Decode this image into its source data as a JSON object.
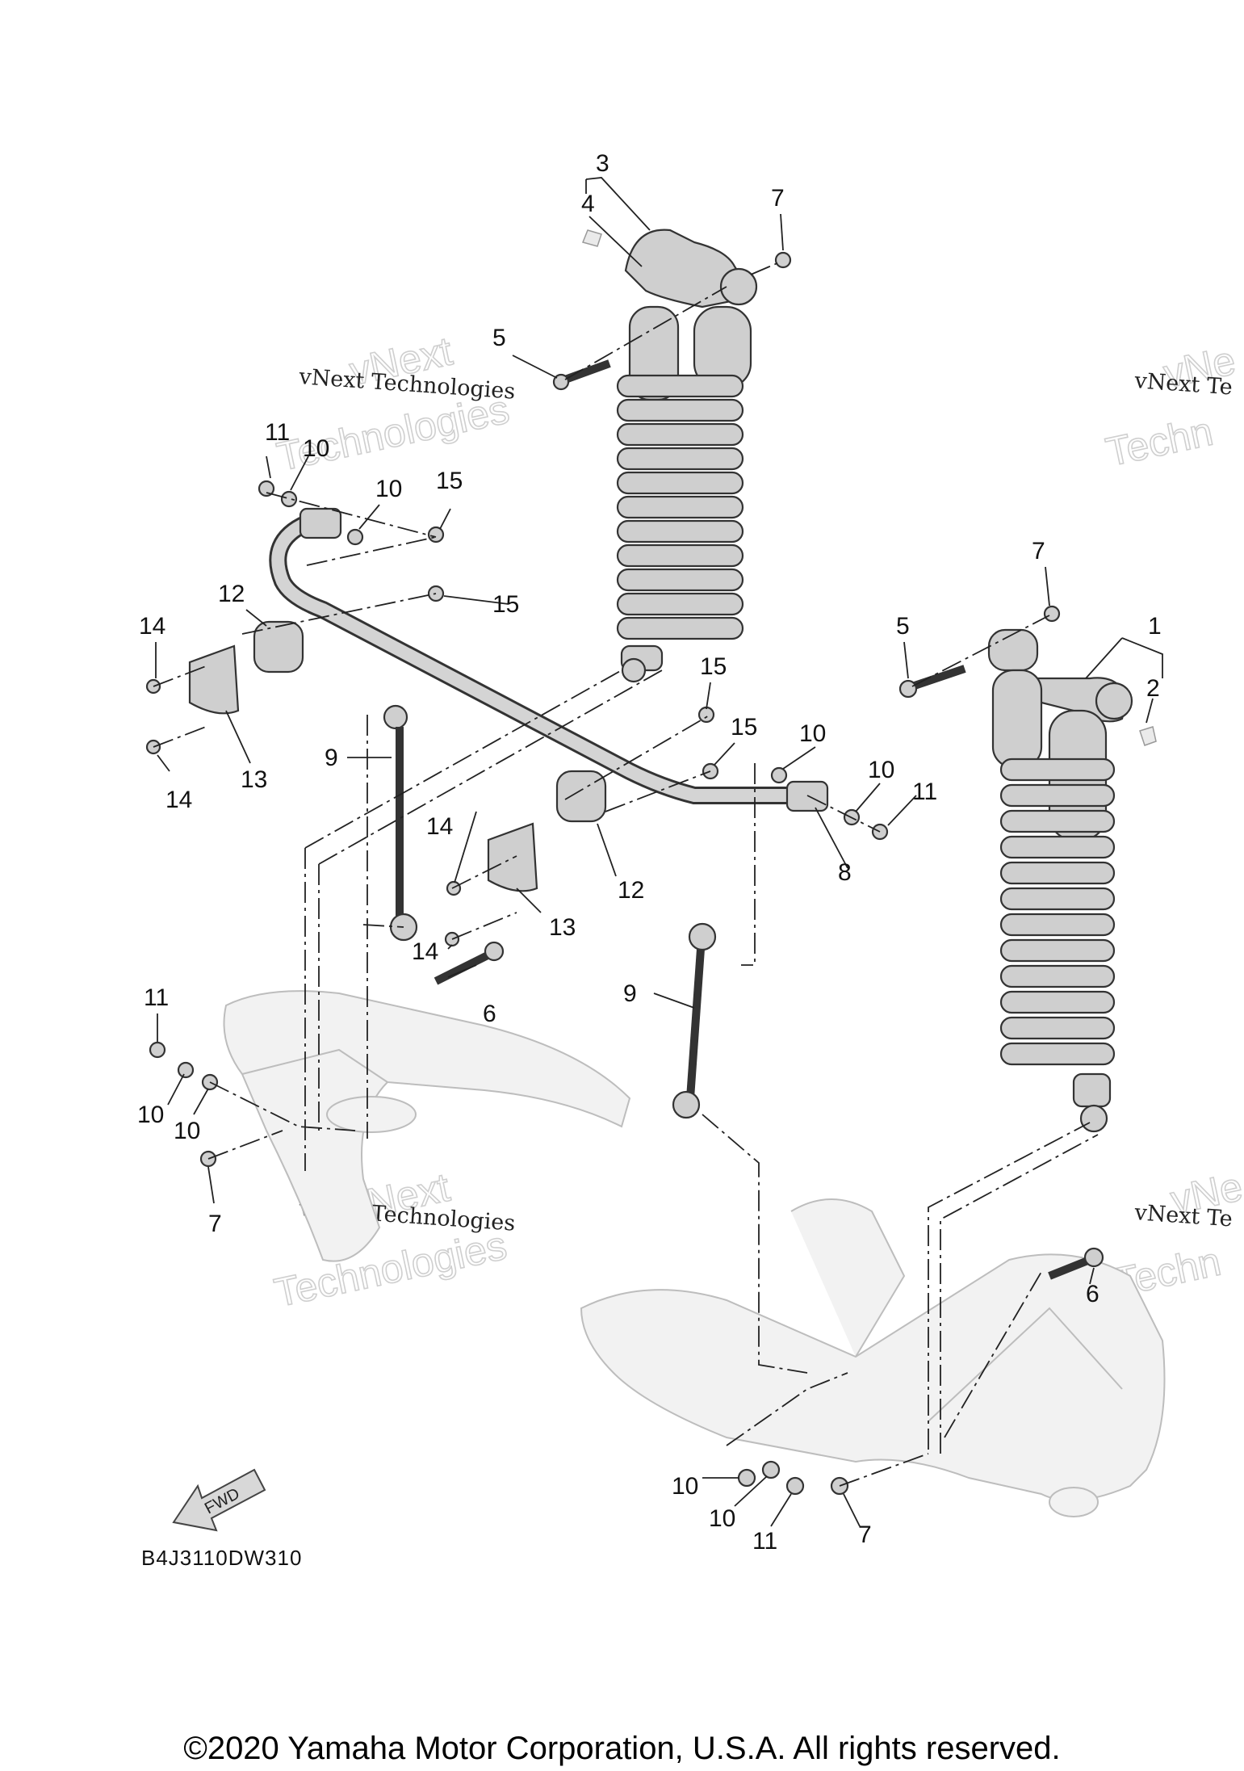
{
  "callouts": {
    "c1": "1",
    "c2": "2",
    "c3": "3",
    "c4": "4",
    "c5a": "5",
    "c5b": "5",
    "c6a": "6",
    "c6b": "6",
    "c7a": "7",
    "c7b": "7",
    "c7c": "7",
    "c7d": "7",
    "c8": "8",
    "c9a": "9",
    "c9b": "9",
    "c10a": "10",
    "c10b": "10",
    "c10c": "10",
    "c10d": "10",
    "c10e": "10",
    "c10f": "10",
    "c10g": "10",
    "c11a": "11",
    "c11b": "11",
    "c11c": "11",
    "c11d": "11",
    "c12a": "12",
    "c12b": "12",
    "c13a": "13",
    "c13b": "13",
    "c14a": "14",
    "c14b": "14",
    "c14c": "14",
    "c14d": "14",
    "c15a": "15",
    "c15b": "15",
    "c15c": "15",
    "c15d": "15"
  },
  "watermark": {
    "company": "vNext Technologies",
    "company_cut": "vNext Te",
    "big_top": "vNext",
    "big_bottom": "Technologies",
    "big_top_cut": "vNe",
    "big_bottom_cut": "Techn"
  },
  "fwd_label": "FWD",
  "diagram_code": "B4J3110DW310",
  "copyright": "©2020 Yamaha Motor Corporation, U.S.A. All rights reserved."
}
